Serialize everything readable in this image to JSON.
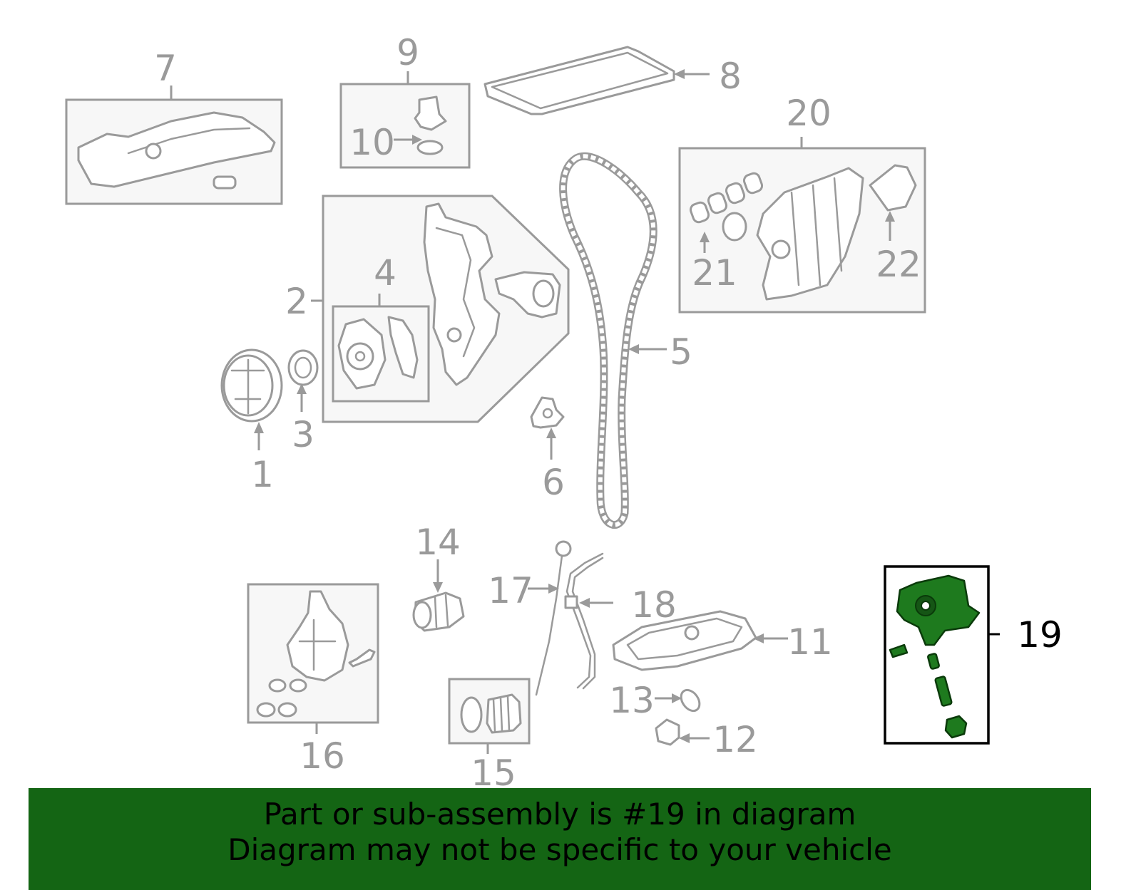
{
  "diagram": {
    "callouts": [
      "1",
      "2",
      "3",
      "4",
      "5",
      "6",
      "7",
      "8",
      "9",
      "10",
      "11",
      "12",
      "13",
      "14",
      "15",
      "16",
      "17",
      "18",
      "19",
      "20",
      "21",
      "22"
    ],
    "highlighted_callout": "19",
    "highlight_color": "#1e7a1e"
  },
  "banner": {
    "line1": "Part or sub-assembly is #19 in diagram",
    "line2": "Diagram may not be specific to your vehicle",
    "background": "#146514"
  }
}
